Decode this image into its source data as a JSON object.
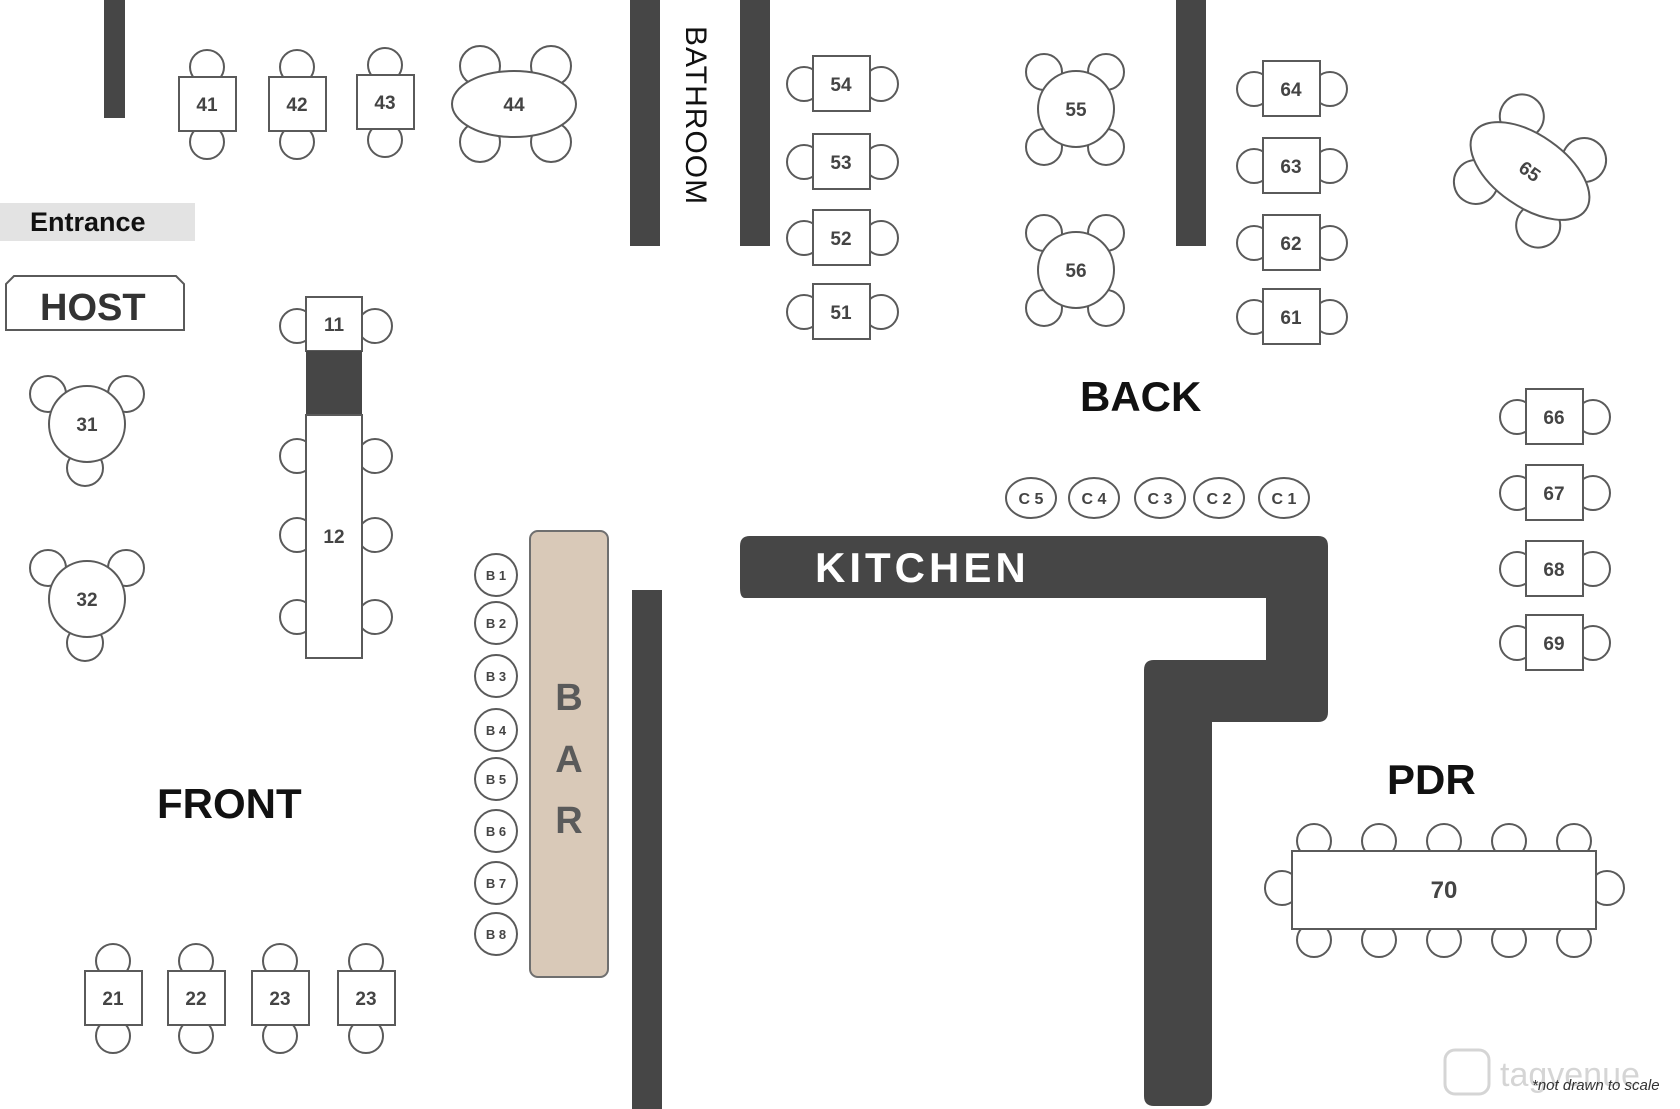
{
  "labels": {
    "entrance": "Entrance",
    "host": "HOST",
    "bathroom": "BATHROOM",
    "front": "FRONT",
    "back": "BACK",
    "pdr": "PDR",
    "kitchen": "KITCHEN",
    "bar_letters": [
      "B",
      "A",
      "R"
    ],
    "footnote": "*not drawn to scale",
    "watermark": "tagvenue"
  },
  "tables": {
    "t41": "41",
    "t42": "42",
    "t43": "43",
    "t44": "44",
    "t11": "11",
    "t12": "12",
    "t31": "31",
    "t32": "32",
    "t21": "21",
    "t22": "22",
    "t23a": "23",
    "t23b": "23",
    "t51": "51",
    "t52": "52",
    "t53": "53",
    "t54": "54",
    "t55": "55",
    "t56": "56",
    "t61": "61",
    "t62": "62",
    "t63": "63",
    "t64": "64",
    "t65": "65",
    "t66": "66",
    "t67": "67",
    "t68": "68",
    "t69": "69",
    "t70": "70"
  },
  "bar_seats": [
    "B 1",
    "B 2",
    "B 3",
    "B 4",
    "B 5",
    "B 6",
    "B 7",
    "B 8"
  ],
  "counter_seats": [
    "C 5",
    "C 4",
    "C 3",
    "C 2",
    "C 1"
  ],
  "colors": {
    "wall": "#464646",
    "bar": "#d9c9b8",
    "entrance_bg": "#e3e3e3"
  }
}
